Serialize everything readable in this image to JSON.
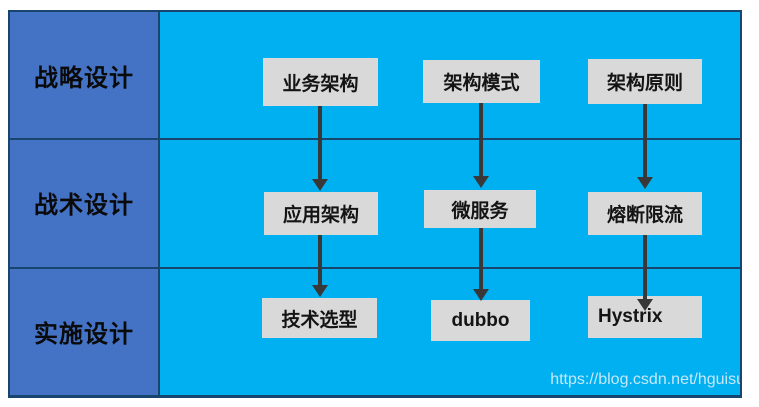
{
  "sidebar": {
    "rows": [
      {
        "label": "战略设计"
      },
      {
        "label": "战术设计"
      },
      {
        "label": "实施设计"
      }
    ]
  },
  "diagram": {
    "columns": [
      {
        "name": "business-line",
        "nodes": [
          {
            "label": "业务架构"
          },
          {
            "label": "应用架构"
          },
          {
            "label": "技术选型"
          }
        ]
      },
      {
        "name": "pattern-line",
        "nodes": [
          {
            "label": "架构模式"
          },
          {
            "label": "微服务"
          },
          {
            "label": "dubbo"
          }
        ]
      },
      {
        "name": "principle-line",
        "nodes": [
          {
            "label": "架构原则"
          },
          {
            "label": "熔断限流"
          },
          {
            "label": "Hystrix"
          }
        ]
      }
    ]
  },
  "watermark": {
    "text": "https://blog.csdn.net/hguisu"
  },
  "colors": {
    "sidebar_blue": "#4472C4",
    "main_cyan": "#00B0F0",
    "node_gray": "#D9D9D9",
    "border_navy": "#17456E",
    "arrow_dark": "#383838"
  }
}
